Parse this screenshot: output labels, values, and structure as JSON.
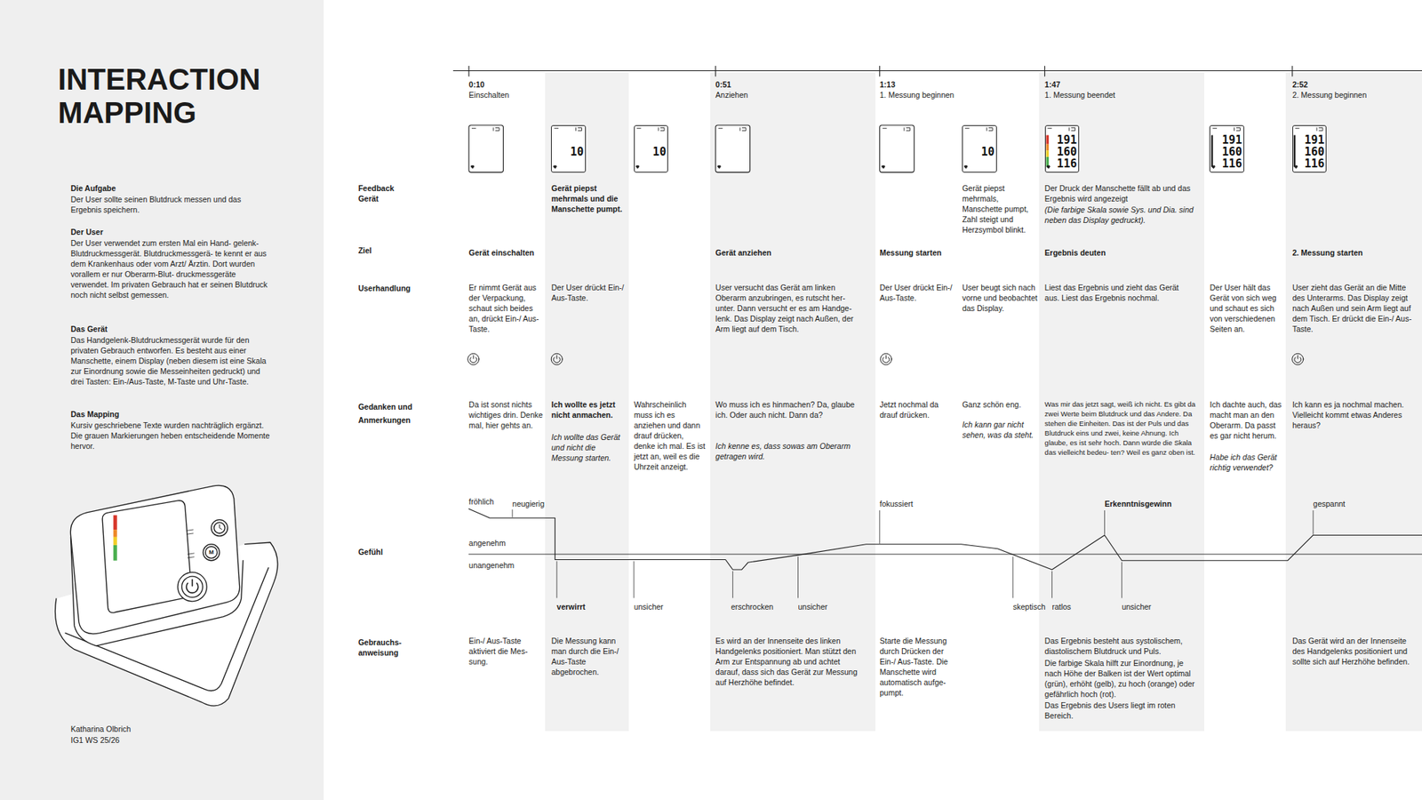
{
  "diagram": {
    "title": "INTERACTION MAPPING",
    "nodes": [
      {
        "text": [
          "Die Aufgabe",
          "Der User sollte seinen Blutdruck messen und das Ergebnis speichern.",
          "Der User",
          "Der User verwendet zum ersten Mal ein Hand- gelenk-Blutdruckmessgerät. Blutdruckmessgerä- te kennt er aus dem Krankenhaus oder vom Arzt/ Ärztin. Dort wurden vorallem er nur Oberarm-Blut- druckmessgeräte verwendet. Im privaten Gebrauch hat er seinen Blutdruck noch nicht selbst gemessen.",
          "Das Gerät",
          "Das Handgelenk-Blutdruckmessgerät wurde für den privaten Gebrauch entworfen. Es besteht aus einer Manschette, einem Display (neben diesem ist eine Skala zur Einordnung sowie die Messeinheiten gedruckt) und drei Tasten: Ein-/Aus-Taste, M-Taste und Uhr-Taste.",
          "Das Mapping",
          "Kursiv geschriebene Texte wurden nachträglich ergänzt. Die grauen Markierungen heben entscheidende Momente hervor.",
          "Katharina Olbrich",
          "IG1 WS 25/26"
        ]
      },
      {
        "text": [
          "Gerät piepst mehrmals und die Manschette pumpt.",
          "Der User drückt Ein-/ Aus-Taste.",
          "Ich wollte es jetzt nicht anmachen.",
          "Ich wollte das Gerät und nicht die Messung starten.",
          "verwirrt",
          "Die Messung kann man durch die Ein-/ Aus-Taste abgebrochen."
        ]
      },
      {
        "text": [
          "10"
        ],
        "in": 1
      },
      {
        "text": [
          "10"
        ]
      },
      {
        "text": [
          "0:51",
          "Anziehen",
          "Gerät anziehen",
          "User versucht das Gerät am linken Oberarm anzubringen, es rutscht her- unter. Dann versucht er es am Handge- lenk. Das Display zeigt nach Außen, der Arm liegt auf dem Tisch.",
          "Wo muss ich es hinmachen? Da, glaube ich. Oder auch nicht. Dann da?",
          "Ich kenne es, dass sowas am Oberarm getragen wird.",
          "erschrocken",
          "unsicher",
          "Es wird an der Innenseite des linken Handgelenks positioniert. Man stützt den Arm zur Entspannung ab und achtet darauf, dass sich das Gerät zur Messung auf Herzhöhe befindet."
        ]
      },
      {
        "text": [
          "10"
        ]
      },
      {
        "text": [
          "1:47",
          "1. Messung beendet",
          "Der Druck der Manschette fällt ab und das Ergebnis wird angezeigt",
          "(Die farbige Skala sowie Sys. und Dia. sind neben das Display gedruckt).",
          "Ergebnis deuten",
          "Liest das Ergebnis und zieht das Gerät aus. Liest das Ergebnis nochmal.",
          "Was mir das jetzt sagt, weiß ich nicht. Es gibt da zwei Werte beim Blutdruck und das Andere. Da stehen die Einheiten. Das ist der Puls und das Blutdruck eins und zwei, keine Ahnung. Ich glaube, es ist sehr hoch. Dann würde die Skala das vielleicht bedeu- ten? Weil es ganz oben ist.",
          "Erkenntnisgewinn",
          "ratlos",
          "unsicher",
          "Das Ergebnis besteht aus systolischem, diastolischem Blutdruck und Puls.",
          "Die farbige Skala hilft zur Einordnung, je nach Höhe der Balken ist der Wert optimal (grün), erhöht (gelb), zu hoch (orange) oder gefährlich hoch (rot).",
          "Das Ergebnis des Users liegt im roten Bereich."
        ]
      },
      {
        "text": [
          "191 160 116"
        ],
        "in": 6
      },
      {
        "text": [
          "191 160 116"
        ]
      },
      {
        "text": [
          "2:52",
          "2. Messung beginnen",
          "2. Messung starten",
          "User zieht das Gerät an die Mitte des Unterarms. Das Display zeigt nach Außen und sein Arm liegt auf dem Tisch. Er drückt die Ein-/ Aus-Taste.",
          "Ich kann es ja nochmal machen. Vielleicht kommt etwas Anderes heraus?",
          "gespannt",
          "Das Gerät wird an der Innenseite des Handgelenks positioniert und sollte sich auf Herzhöhe befinden."
        ]
      },
      {
        "text": [
          "191 160 116"
        ],
        "in": 9
      }
    ],
    "labels": [
      "Feedback Gerät",
      "Ziel",
      "Userhandlung",
      "Gedanken und Anmerkungen",
      "Gefühl",
      "Gebrauchs- anweisung",
      "0:10",
      "Einschalten",
      "1:13",
      "1. Messung beginnen",
      "Gerät einschalten",
      "Er nimmt Gerät aus der Verpackung, schaut sich beides an, drückt Ein-/ Aus-Taste.",
      "Da ist sonst nichts wichtiges drin. Denke mal, hier gehts an.",
      "Ein-/ Aus-Taste aktiviert die Mes- sung.",
      "Wahrscheinlich muss ich es anziehen und dann drauf drücken, denke ich mal. Es ist jetzt an, weil es die Uhrzeit anzeigt.",
      "Messung starten",
      "Der User drückt Ein-/ Aus-Taste.",
      "Jetzt nochmal da drauf drücken.",
      "Starte die Messung durch Drücken der Ein-/ Aus-Taste. Die Manschette wird automatisch aufge- pumpt.",
      "Gerät piepst mehrmals, Manschette pumpt, Zahl steigt und Herzsymbol blinkt.",
      "User beugt sich nach vorne und beobachtet das Display.",
      "Ganz schön eng.",
      "Ich kann gar nicht sehen, was da steht.",
      "Der User hält das Gerät von sich weg und schaut es sich von verschiedenen Seiten an.",
      "Ich dachte auch, das macht man an den Oberarm. Da passt es gar nicht herum.",
      "Habe ich das Gerät richtig verwendet?",
      "fröhlich",
      "neugierig",
      "angenehm",
      "unangenehm",
      "unsicher",
      "fokussiert",
      "skeptisch",
      "M"
    ]
  }
}
